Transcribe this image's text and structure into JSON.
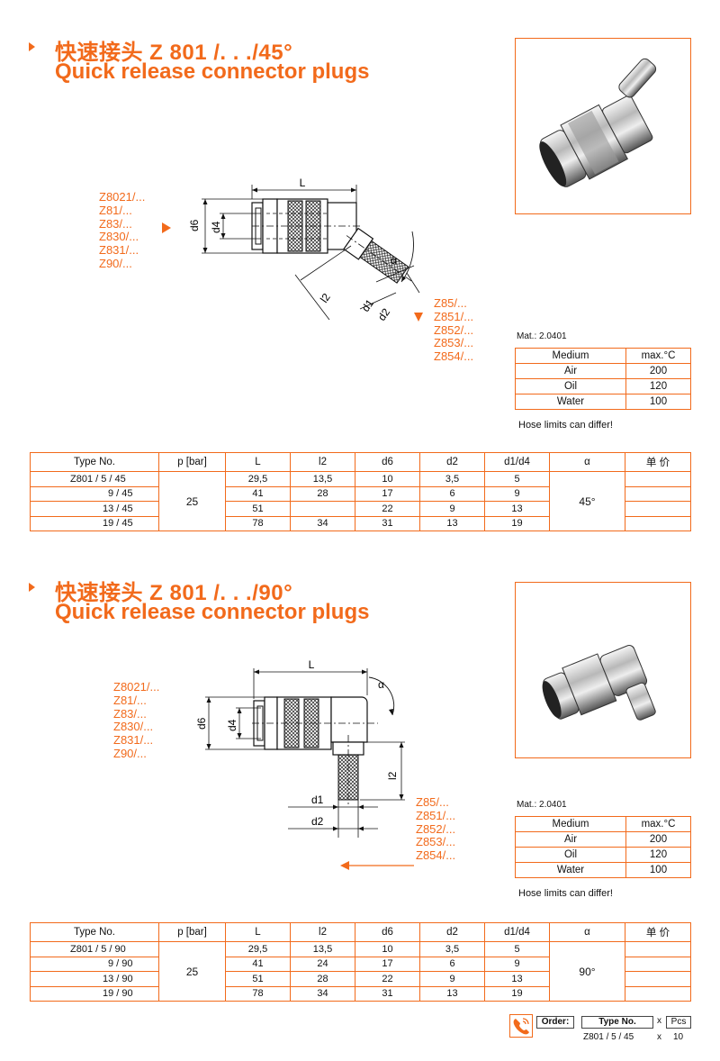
{
  "sections": [
    {
      "title_zh": "快速接头 Z 801 /. . ./45°",
      "title_en": "Quick release connector plugs",
      "labels_left": [
        "Z8021/...",
        "Z81/...",
        "Z83/...",
        "Z830/...",
        "Z831/...",
        "Z90/..."
      ],
      "labels_right": [
        "Z85/...",
        "Z851/...",
        "Z852/...",
        "Z853/...",
        "Z854/..."
      ],
      "dims": {
        "L": "L",
        "d6": "d6",
        "d4": "d4",
        "l2": "l2",
        "d1": "d1",
        "d2": "d2",
        "alpha": "α"
      },
      "mat": "Mat.: 2.0401",
      "medium_header": [
        "Medium",
        "max.°C"
      ],
      "medium_rows": [
        [
          "Air",
          "200"
        ],
        [
          "Oil",
          "120"
        ],
        [
          "Water",
          "100"
        ]
      ],
      "hose_note": "Hose limits can differ!",
      "table_header": [
        "Type No.",
        "p [bar]",
        "L",
        "l2",
        "d6",
        "d2",
        "d1/d4",
        "α",
        "单 价"
      ],
      "table_rows": [
        {
          "type": "Z801 /   5 / 45",
          "L": "29,5",
          "l2": "13,5",
          "d6": "10",
          "d2": "3,5",
          "d1d4": "5"
        },
        {
          "type": "9 / 45",
          "L": "41",
          "l2": "28",
          "d6": "17",
          "d2": "6",
          "d1d4": "9"
        },
        {
          "type": "13 / 45",
          "L": "51",
          "l2": "",
          "d6": "22",
          "d2": "9",
          "d1d4": "13"
        },
        {
          "type": "19 / 45",
          "L": "78",
          "l2": "34",
          "d6": "31",
          "d2": "13",
          "d1d4": "19"
        }
      ],
      "pressure": "25",
      "alpha": "45°"
    },
    {
      "title_zh": "快速接头 Z 801 /. . ./90°",
      "title_en": "Quick release connector plugs",
      "labels_left": [
        "Z8021/...",
        "Z81/...",
        "Z83/...",
        "Z830/...",
        "Z831/...",
        "Z90/..."
      ],
      "labels_right": [
        "Z85/...",
        "Z851/...",
        "Z852/...",
        "Z853/...",
        "Z854/..."
      ],
      "dims": {
        "L": "L",
        "d6": "d6",
        "d4": "d4",
        "l2": "l2",
        "d1": "d1",
        "d2": "d2",
        "alpha": "α"
      },
      "mat": "Mat.: 2.0401",
      "medium_header": [
        "Medium",
        "max.°C"
      ],
      "medium_rows": [
        [
          "Air",
          "200"
        ],
        [
          "Oil",
          "120"
        ],
        [
          "Water",
          "100"
        ]
      ],
      "hose_note": "Hose limits can differ!",
      "table_header": [
        "Type No.",
        "p [bar]",
        "L",
        "l2",
        "d6",
        "d2",
        "d1/d4",
        "α",
        "单 价"
      ],
      "table_rows": [
        {
          "type": "Z801 /   5 / 90",
          "L": "29,5",
          "l2": "13,5",
          "d6": "10",
          "d2": "3,5",
          "d1d4": "5"
        },
        {
          "type": "9 / 90",
          "L": "41",
          "l2": "24",
          "d6": "17",
          "d2": "6",
          "d1d4": "9"
        },
        {
          "type": "13 / 90",
          "L": "51",
          "l2": "28",
          "d6": "22",
          "d2": "9",
          "d1d4": "13"
        },
        {
          "type": "19 / 90",
          "L": "78",
          "l2": "34",
          "d6": "31",
          "d2": "13",
          "d1d4": "19"
        }
      ],
      "pressure": "25",
      "alpha": "90°"
    }
  ],
  "order": {
    "label": "Order:",
    "type_label": "Type No.",
    "x": "x",
    "pcs_label": "Pcs",
    "example_type": "Z801 /   5 /  45",
    "example_pcs": "10",
    "icon": "phone-icon"
  },
  "colors": {
    "accent": "#f26a1b"
  }
}
